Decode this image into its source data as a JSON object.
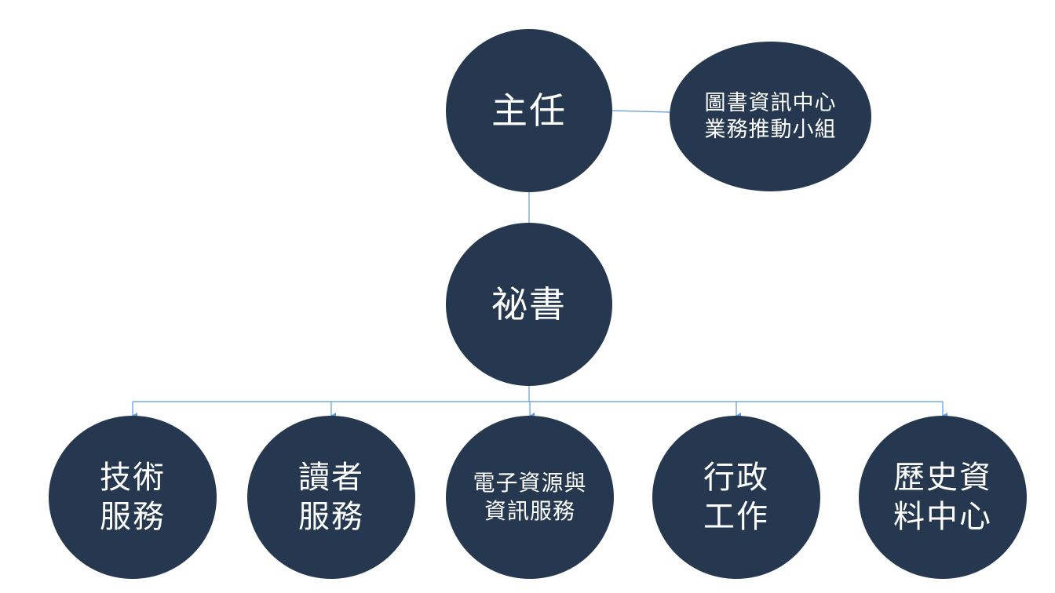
{
  "colors": {
    "node_fill": "#263850",
    "node_text": "#ffffff",
    "connector": "#5b9bd5"
  },
  "nodes": {
    "director": {
      "lines": [
        "主任"
      ]
    },
    "committee": {
      "lines": [
        "圖書資訊中心",
        "業務推動小組"
      ]
    },
    "secretary": {
      "lines": [
        "祕書"
      ]
    },
    "tech_services": {
      "lines": [
        "技術",
        "服務"
      ]
    },
    "reader_services": {
      "lines": [
        "讀者",
        "服務"
      ]
    },
    "eresources": {
      "lines": [
        "電子資源與",
        "資訊服務"
      ]
    },
    "admin": {
      "lines": [
        "行政",
        "工作"
      ]
    },
    "history": {
      "lines": [
        "歷史資",
        "料中心"
      ]
    }
  }
}
